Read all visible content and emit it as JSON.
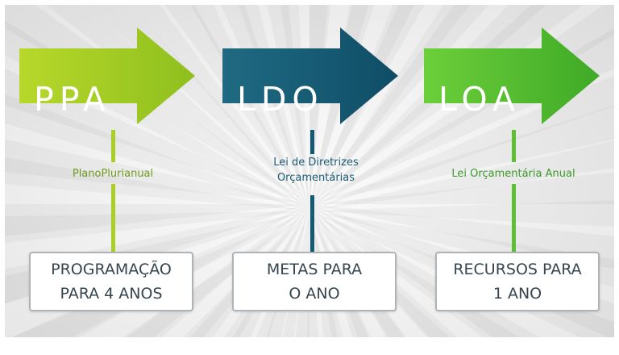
{
  "steps": [
    {
      "code": "PPA",
      "subtitle": [
        "PlanoPlurianual"
      ],
      "box": [
        "PROGRAMAÇÃO",
        "PARA 4 ANOS"
      ],
      "colors": {
        "arrow_light": "#b7d82a",
        "arrow_dark": "#8fbf1e",
        "connector": "#a9cf27",
        "subtitle": "#6f9c1d"
      }
    },
    {
      "code": "LDO",
      "subtitle": [
        "Lei de Diretrizes",
        "Orçamentárias"
      ],
      "box": [
        "METAS PARA",
        "O ANO"
      ],
      "colors": {
        "arrow_light": "#1f6a82",
        "arrow_dark": "#0f4d66",
        "connector": "#155a73",
        "subtitle": "#1d5b74"
      }
    },
    {
      "code": "LOA",
      "subtitle": [
        "Lei Orçamentária Anual"
      ],
      "box": [
        "RECURSOS PARA",
        "1 ANO"
      ],
      "colors": {
        "arrow_light": "#6ccf3a",
        "arrow_dark": "#3faa27",
        "connector": "#5cc035",
        "subtitle": "#3d9a2a"
      }
    }
  ]
}
